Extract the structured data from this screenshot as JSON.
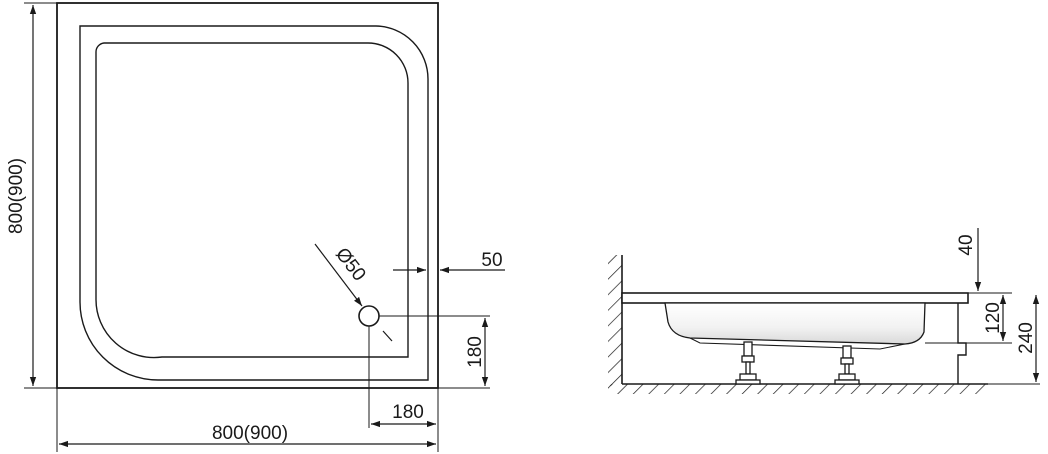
{
  "plan_view": {
    "height_label": "800(900)",
    "width_label": "800(900)",
    "drain_diameter_label": "Ø50",
    "wall_offset_label": "50",
    "drain_from_bottom_label": "180",
    "drain_from_right_label": "180"
  },
  "side_view": {
    "rim_label": "40",
    "tray_height_label": "120",
    "total_height_label": "240"
  },
  "colors": {
    "line": "#1a1a1a",
    "background": "#ffffff"
  }
}
